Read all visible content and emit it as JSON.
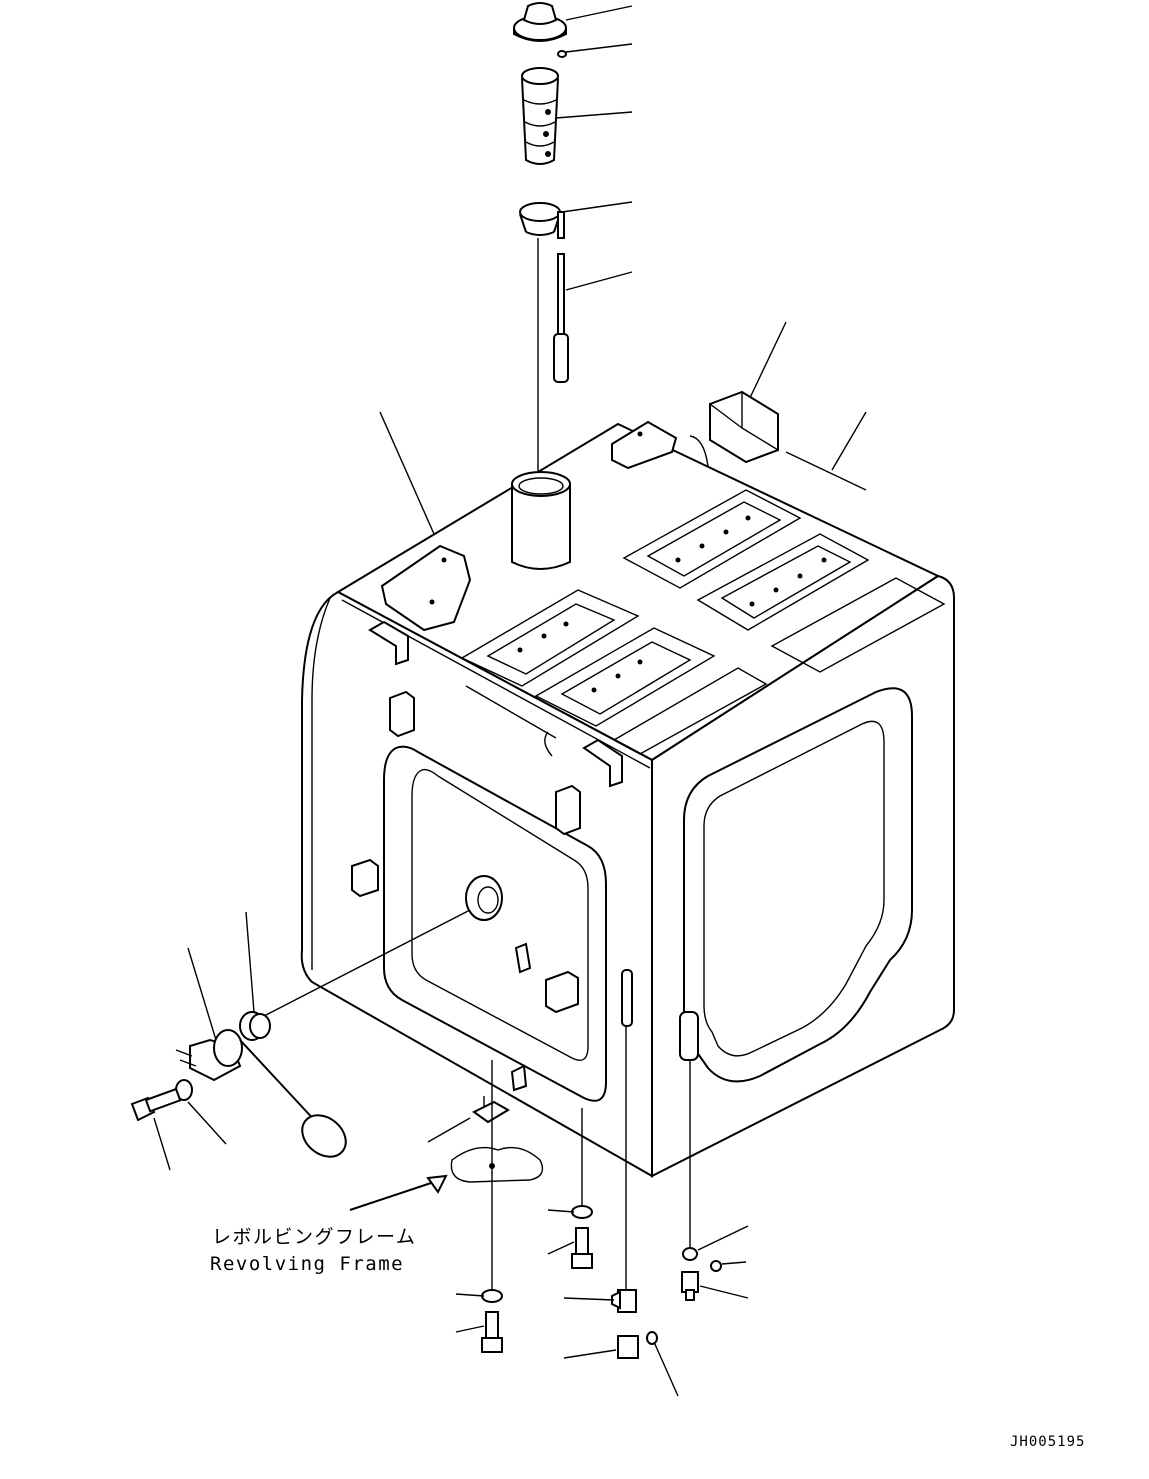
{
  "labels": {
    "frame_jp": "レボルビングフレーム",
    "frame_en": "Revolving Frame",
    "drawing_code": "JH005195"
  },
  "colors": {
    "line": "#000000",
    "background": "#ffffff"
  }
}
